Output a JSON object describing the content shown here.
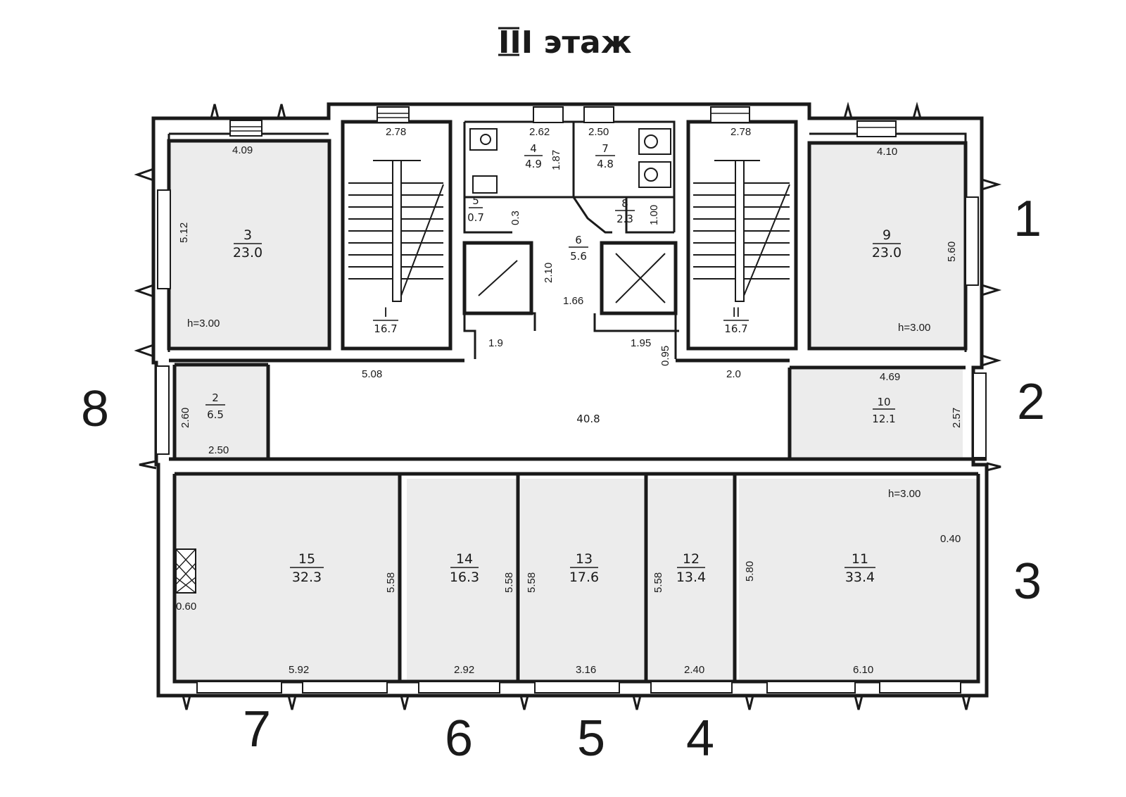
{
  "title": "III этаж",
  "rooms": [
    {
      "id": "3",
      "area": "23.0",
      "width": "4.09",
      "depth": "5.12",
      "height": "h=3.00"
    },
    {
      "id": "I",
      "area": "16.7",
      "width": "2.78"
    },
    {
      "id": "4",
      "area": "4.9",
      "width": "2.62",
      "depth": "1.87"
    },
    {
      "id": "5",
      "area": "0.7"
    },
    {
      "id": "7",
      "area": "4.8",
      "width": "2.50"
    },
    {
      "id": "8",
      "area": "2.3",
      "depth": "1.00"
    },
    {
      "id": "6",
      "area": "5.6",
      "depth": "2.10",
      "width": "1.66"
    },
    {
      "id": "II",
      "area": "16.7",
      "width": "2.78"
    },
    {
      "id": "9",
      "area": "23.0",
      "width": "4.10",
      "depth": "5.60",
      "height": "h=3.00"
    },
    {
      "id": "2",
      "area": "6.5",
      "width": "2.50",
      "depth": "2.60"
    },
    {
      "id": "corridor",
      "area": "40.8",
      "width": "5.08"
    },
    {
      "id": "10",
      "area": "12.1",
      "width": "4.69",
      "depth": "2.57"
    },
    {
      "id": "15",
      "area": "32.3",
      "width": "5.92",
      "depth": "5.58"
    },
    {
      "id": "14",
      "area": "16.3",
      "width": "2.92",
      "depth": "5.58"
    },
    {
      "id": "13",
      "area": "17.6",
      "width": "3.16",
      "depth": "5.58"
    },
    {
      "id": "12",
      "area": "13.4",
      "width": "2.40",
      "depth": "5.58"
    },
    {
      "id": "11",
      "area": "33.4",
      "width": "6.10",
      "depth": "5.80"
    }
  ],
  "dims": {
    "d_1_9": "1.9",
    "d_1_95": "1.95",
    "d_0_95": "0.95",
    "d_2_0": "2.0",
    "d_0_3": "0.3",
    "d_0_60": "0.60",
    "d_0_40": "0.40",
    "h_south": "h=3.00"
  },
  "side_labels": [
    "1",
    "2",
    "3",
    "4",
    "5",
    "6",
    "7",
    "8"
  ]
}
